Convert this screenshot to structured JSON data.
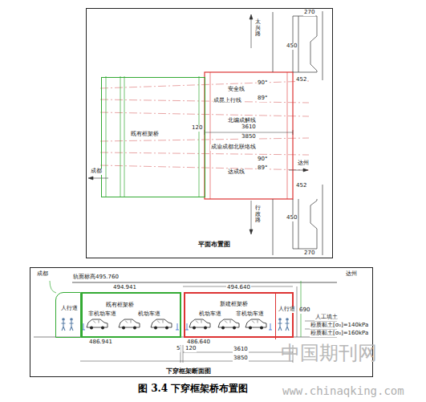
{
  "diagram": {
    "caption": "图 3.4  下穿框架桥布置图",
    "nodes": [
      {
        "text": [
          "平面布置图"
        ]
      },
      {
        "text": [
          "既有框架桥"
        ],
        "in": 0
      },
      {
        "text": [
          "下穿框架断面图"
        ]
      },
      {
        "text": [
          "人行道"
        ],
        "in": 2
      },
      {
        "text": [
          "既有框架桥",
          "非机动车道",
          "机动车道"
        ],
        "in": 2
      },
      {
        "text": [
          "新建框架桥",
          "机动车道",
          "非机动车道"
        ],
        "in": 2
      },
      {
        "text": [
          "人行道"
        ],
        "in": 5
      }
    ],
    "labels": [
      "太兴路",
      "270",
      "450",
      "452",
      "安全线",
      "90°",
      "成昆上行线",
      "89°",
      "北编成解线",
      "120",
      "3610",
      "3850",
      "成渝成都北联络线",
      "90°",
      "达成线",
      "89°",
      "成都",
      "达州",
      "452",
      "450",
      "270",
      "行政路",
      "成都",
      "达州",
      "轨面标高495.760",
      "494.640",
      "494.941",
      "486.941",
      "486.640",
      "5",
      "120",
      "3610",
      "3850",
      "690",
      "人工填土",
      "粉质黏土[σ₀]=140kPa",
      "粉质黏土[σ₀]=160kPa",
      "中国期刊网",
      "www.chinaqking.com"
    ]
  }
}
